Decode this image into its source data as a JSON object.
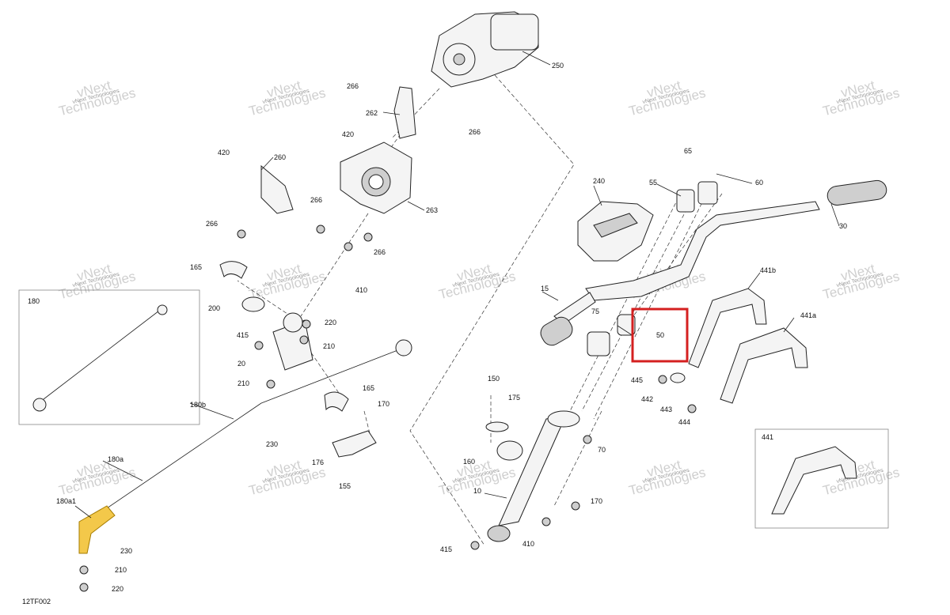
{
  "diagram": {
    "code": "12TF002",
    "labels": [
      "250",
      "266",
      "262",
      "266",
      "420",
      "420",
      "260",
      "263",
      "266",
      "266",
      "266",
      "165",
      "410",
      "200",
      "220",
      "415",
      "210",
      "20",
      "210",
      "165",
      "180",
      "180b",
      "170",
      "230",
      "176",
      "155",
      "180a",
      "180a1",
      "230",
      "210",
      "220",
      "240",
      "65",
      "55",
      "60",
      "30",
      "441b",
      "441a",
      "15",
      "75",
      "50",
      "445",
      "442",
      "443",
      "444",
      "150",
      "175",
      "160",
      "70",
      "10",
      "170",
      "410",
      "415",
      "441"
    ],
    "highlighted_label": "50",
    "highlight_color": "#d42020",
    "accent_color": "#f0b400",
    "watermark_line1": "vNext",
    "watermark_line2": "Technologies",
    "watermark_brand": "vNext Technologies"
  }
}
